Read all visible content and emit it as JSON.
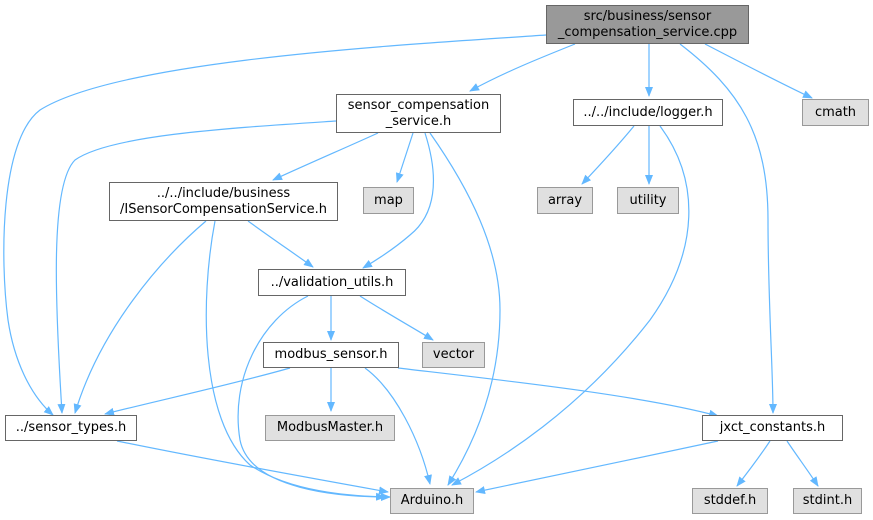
{
  "colors": {
    "edge": "#63b8ff",
    "root_fill": "#999999",
    "normal_fill": "#ffffff",
    "external_fill": "#e0e0e0"
  },
  "nodes": {
    "root": {
      "line1": "src/business/sensor",
      "line2": "_compensation_service.cpp"
    },
    "sensor_compensation_service_h": {
      "line1": "sensor_compensation",
      "line2": "_service.h"
    },
    "logger_h": {
      "label": "../../include/logger.h"
    },
    "cmath": {
      "label": "cmath"
    },
    "isensor_compensation_service_h": {
      "line1": "../../include/business",
      "line2": "/ISensorCompensationService.h"
    },
    "map": {
      "label": "map"
    },
    "array": {
      "label": "array"
    },
    "utility": {
      "label": "utility"
    },
    "validation_utils_h": {
      "label": "../validation_utils.h"
    },
    "modbus_sensor_h": {
      "label": "modbus_sensor.h"
    },
    "vector": {
      "label": "vector"
    },
    "sensor_types_h": {
      "label": "../sensor_types.h"
    },
    "modbusmaster_h": {
      "label": "ModbusMaster.h"
    },
    "jxct_constants_h": {
      "label": "jxct_constants.h"
    },
    "arduino_h": {
      "label": "Arduino.h"
    },
    "stddef_h": {
      "label": "stddef.h"
    },
    "stdint_h": {
      "label": "stdint.h"
    }
  }
}
